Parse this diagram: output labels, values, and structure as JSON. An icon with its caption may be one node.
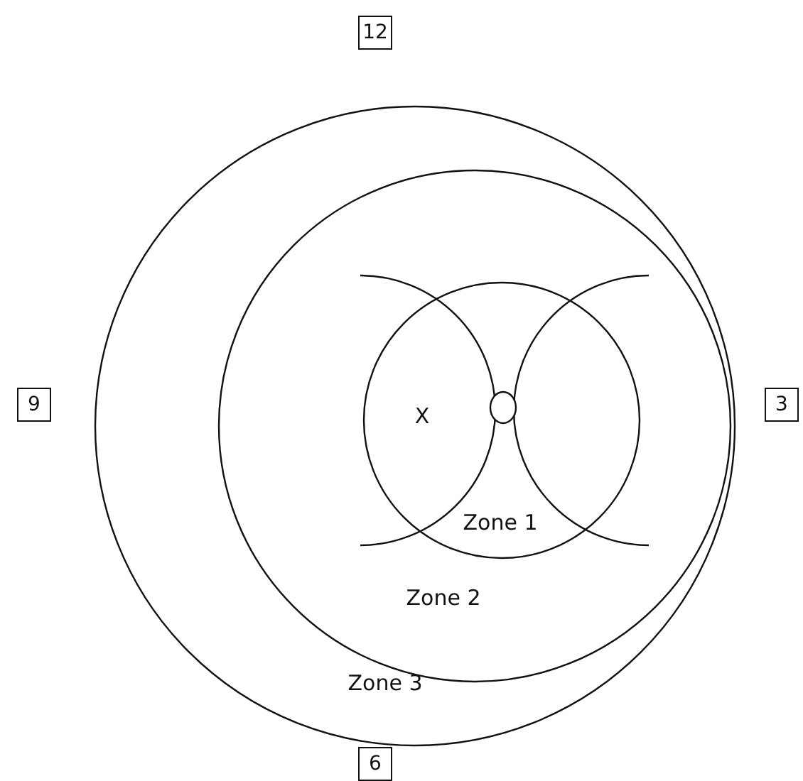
{
  "diagram": {
    "nodes": [
      {
        "text": [
          "12"
        ]
      },
      {
        "text": [
          "9"
        ]
      },
      {
        "text": [
          "3"
        ]
      },
      {
        "text": [
          "6"
        ]
      }
    ],
    "labels": [
      "X",
      "Zone 1",
      "Zone 2",
      "Zone 3"
    ]
  }
}
